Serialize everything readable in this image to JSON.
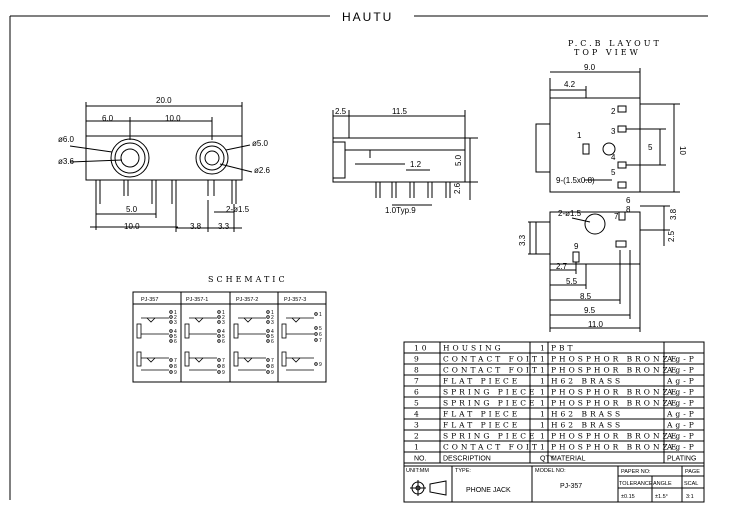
{
  "header": {
    "brand": "HAUTU"
  },
  "front_view": {
    "dims": [
      "20.0",
      "6.0",
      "10.0",
      "ø6.0",
      "ø3.6",
      "ø5.0",
      "ø2.6",
      "5.0",
      "2-ø1.5",
      "10.0",
      "3.8",
      "3.3"
    ]
  },
  "side_view": {
    "dims": [
      "2.5",
      "11.5",
      "5.0",
      "1.2",
      "2.6",
      "1.0Typ.9"
    ]
  },
  "pcb_layout": {
    "title": "P.C.B LAYOUT",
    "subtitle": "TOP VIEW",
    "dims": [
      "9.0",
      "4.2",
      "5",
      "10",
      "2",
      "3",
      "1",
      "4",
      "5",
      "9-(1.5x0.8)",
      "6",
      "7",
      "2-ø1.5",
      "8",
      "3.8",
      "2.5",
      "3.3",
      "9",
      "2.7",
      "5.5",
      "8.5",
      "9.5",
      "11.0"
    ]
  },
  "schematic": {
    "title": "SCHEMATIC",
    "headers": [
      "PJ-357",
      "PJ-357-1",
      "PJ-357-2",
      "PJ-357-3"
    ],
    "pins": [
      "1",
      "2",
      "3",
      "4",
      "5",
      "6",
      "7",
      "8",
      "9"
    ]
  },
  "bom": {
    "rows": [
      {
        "no": "10",
        "desc": "HOUSING",
        "qty": "1",
        "material": "PBT",
        "plating": ""
      },
      {
        "no": "9",
        "desc": "CONTACT FOIT",
        "qty": "1",
        "material": "PHOSPHOR BRONZE",
        "plating": "Ag-P"
      },
      {
        "no": "8",
        "desc": "CONTACT FOIT",
        "qty": "1",
        "material": "PHOSPHOR BRONZE",
        "plating": "Ag-P"
      },
      {
        "no": "7",
        "desc": "FLAT PIECE",
        "qty": "1",
        "material": "H62 BRASS",
        "plating": "Ag-P"
      },
      {
        "no": "6",
        "desc": "SPRING PIECE",
        "qty": "1",
        "material": "PHOSPHOR BRONZE",
        "plating": "Ag-P"
      },
      {
        "no": "5",
        "desc": "SPRING PIECE",
        "qty": "1",
        "material": "PHOSPHOR BRONZE",
        "plating": "Ag-P"
      },
      {
        "no": "4",
        "desc": "FLAT PIECE",
        "qty": "1",
        "material": "H62 BRASS",
        "plating": "Ag-P"
      },
      {
        "no": "3",
        "desc": "FLAT PIECE",
        "qty": "1",
        "material": "H62 BRASS",
        "plating": "Ag-P"
      },
      {
        "no": "2",
        "desc": "SPRING PIECE",
        "qty": "1",
        "material": "PHOSPHOR BRONZE",
        "plating": "Ag-P"
      },
      {
        "no": "1",
        "desc": "CONTACT FOIT",
        "qty": "1",
        "material": "PHOSPHOR BRONZE",
        "plating": "Ag-P"
      }
    ],
    "header": {
      "no": "NO.",
      "desc": "DESCRIPTION",
      "qty": "QTY",
      "material": "MATERIAL",
      "plating": "PLATING"
    }
  },
  "title_block": {
    "unit_label": "UNIT:MM",
    "type_label": "TYPE:",
    "type_value": "PHONE JACK",
    "model_label": "MODEL NO:",
    "model_value": "PJ-357",
    "paper_label": "PAPER NO:",
    "page_label": "PAGE",
    "tol_label": "TOLERANCE",
    "angle_label": "ANGLE",
    "scale_label": "SCAL",
    "tol_value": "±0.15",
    "angle_value": "±1.5°",
    "scale_value": "3:1"
  }
}
